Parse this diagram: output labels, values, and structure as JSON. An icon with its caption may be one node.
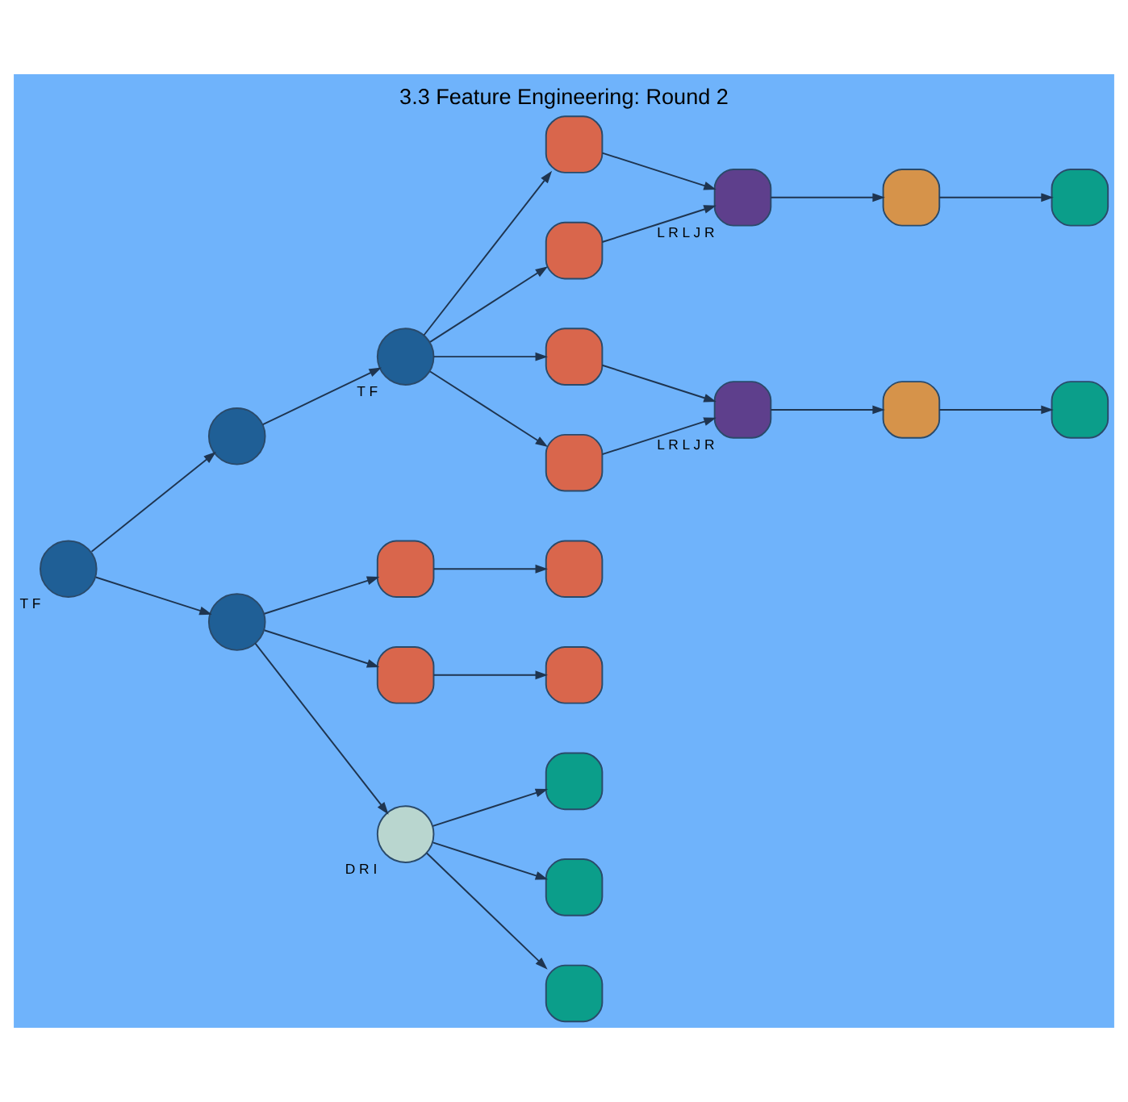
{
  "diagram": {
    "title": "3.3 Feature Engineering: Round 2",
    "nodes": [
      {
        "text": [],
        "shape": "circle",
        "beside": [
          "T",
          "F"
        ]
      },
      {
        "text": [],
        "shape": "circle"
      },
      {
        "text": [],
        "shape": "circle",
        "beside": [
          "T",
          "F"
        ]
      },
      {
        "text": [],
        "shape": "box"
      },
      {
        "text": [],
        "shape": "box"
      },
      {
        "text": [],
        "shape": "box"
      },
      {
        "text": [],
        "shape": "box"
      },
      {
        "text": [],
        "shape": "box",
        "beside": [
          "L",
          "R",
          "L",
          "J",
          "R"
        ]
      },
      {
        "text": [],
        "shape": "box",
        "beside": [
          "L",
          "R",
          "L",
          "J",
          "R"
        ]
      },
      {
        "text": [],
        "shape": "box"
      },
      {
        "text": [],
        "shape": "box"
      },
      {
        "text": [],
        "shape": "box"
      },
      {
        "text": [],
        "shape": "box"
      },
      {
        "text": [],
        "shape": "circle"
      },
      {
        "text": [],
        "shape": "box"
      },
      {
        "text": [],
        "shape": "box"
      },
      {
        "text": [],
        "shape": "box"
      },
      {
        "text": [],
        "shape": "box"
      },
      {
        "text": [],
        "shape": "circle",
        "beside": [
          "D",
          "R",
          "I"
        ]
      },
      {
        "text": [],
        "shape": "box"
      },
      {
        "text": [],
        "shape": "box"
      },
      {
        "text": [],
        "shape": "box"
      }
    ],
    "edges": [
      {
        "from": 0,
        "to": 1,
        "arrow": "to"
      },
      {
        "from": 0,
        "to": 13,
        "arrow": "to"
      },
      {
        "from": 1,
        "to": 2,
        "arrow": "to"
      },
      {
        "from": 2,
        "to": 3,
        "arrow": "to"
      },
      {
        "from": 2,
        "to": 4,
        "arrow": "to"
      },
      {
        "from": 2,
        "to": 5,
        "arrow": "to"
      },
      {
        "from": 2,
        "to": 6,
        "arrow": "to"
      },
      {
        "from": 3,
        "to": 7,
        "arrow": "to"
      },
      {
        "from": 4,
        "to": 7,
        "arrow": "to"
      },
      {
        "from": 5,
        "to": 8,
        "arrow": "to"
      },
      {
        "from": 6,
        "to": 8,
        "arrow": "to"
      },
      {
        "from": 7,
        "to": 9,
        "arrow": "to"
      },
      {
        "from": 8,
        "to": 10,
        "arrow": "to"
      },
      {
        "from": 9,
        "to": 11,
        "arrow": "to"
      },
      {
        "from": 10,
        "to": 12,
        "arrow": "to"
      },
      {
        "from": 13,
        "to": 14,
        "arrow": "to"
      },
      {
        "from": 13,
        "to": 15,
        "arrow": "to"
      },
      {
        "from": 13,
        "to": 18,
        "arrow": "to"
      },
      {
        "from": 14,
        "to": 16,
        "arrow": "to"
      },
      {
        "from": 15,
        "to": 17,
        "arrow": "to"
      },
      {
        "from": 18,
        "to": 19,
        "arrow": "to"
      },
      {
        "from": 18,
        "to": 20,
        "arrow": "to"
      },
      {
        "from": 18,
        "to": 21,
        "arrow": "to"
      }
    ]
  }
}
